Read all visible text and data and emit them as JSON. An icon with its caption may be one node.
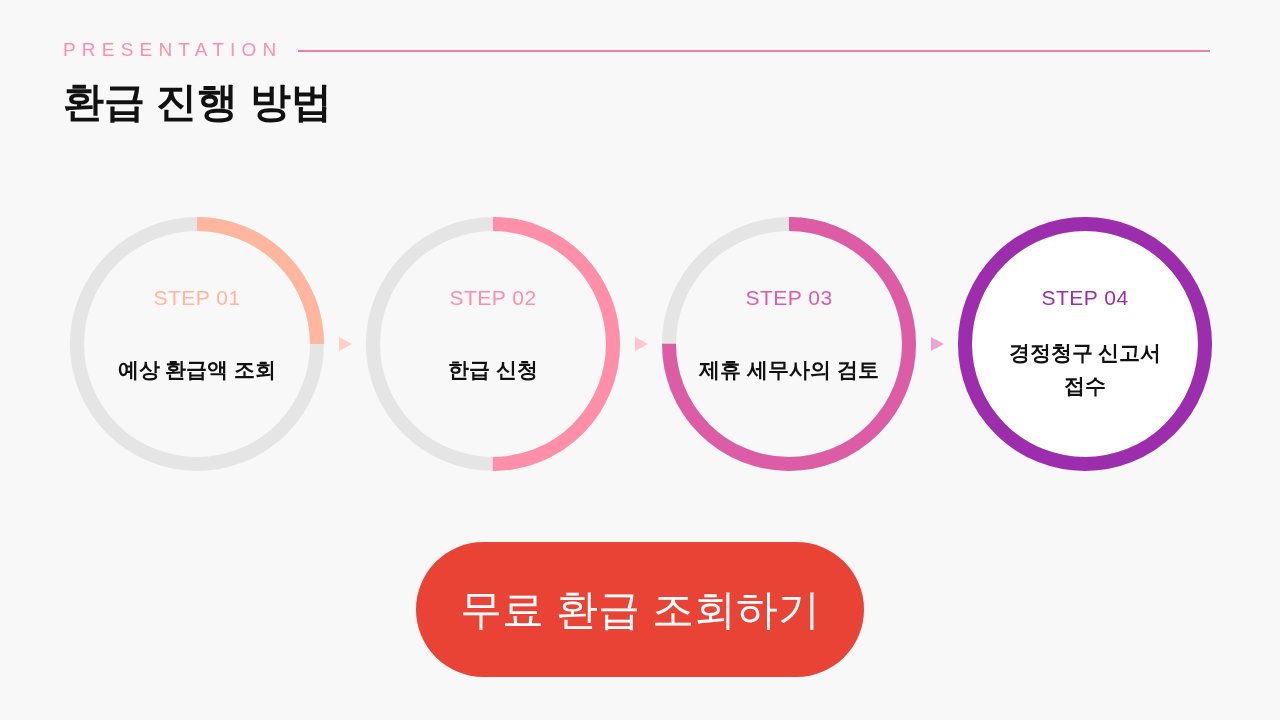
{
  "diagram": {
    "title": "환급 진행 방법",
    "nodes": [
      {
        "text": [
          "STEP 01",
          "예상 환급액 조회"
        ]
      },
      {
        "text": [
          "STEP 02",
          "한급 신청"
        ]
      },
      {
        "text": [
          "STEP 03",
          "제휴 세무사의 검토"
        ]
      },
      {
        "text": [
          "STEP 04",
          "경정청구 신고서 접수"
        ]
      },
      {
        "text": [
          "무료 환급 조회하기"
        ]
      }
    ],
    "edges": [
      {
        "from": 0,
        "to": 1,
        "arrow": "to",
        "color": "#ffd0c2"
      },
      {
        "from": 1,
        "to": 2,
        "arrow": "to",
        "color": "#ffc4d2"
      },
      {
        "from": 2,
        "to": 3,
        "arrow": "to",
        "color": "#eaa6d2"
      }
    ],
    "labels": [
      "PRESENTATION"
    ]
  }
}
